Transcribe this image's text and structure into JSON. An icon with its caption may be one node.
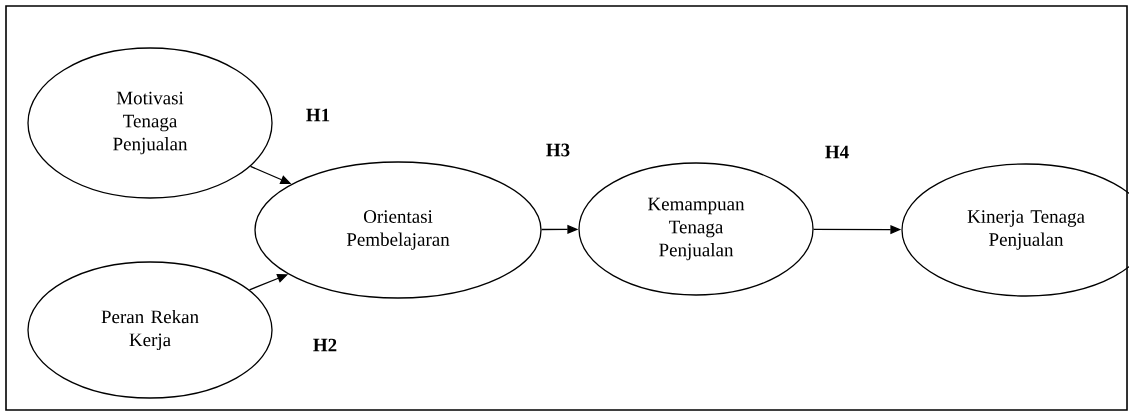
{
  "diagram": {
    "nodes": [
      {
        "text": [
          "Motivasi Tenaga Penjualan"
        ]
      },
      {
        "text": [
          "Peran Rekan Kerja"
        ]
      },
      {
        "text": [
          "Orientasi Pembelajaran"
        ]
      },
      {
        "text": [
          "Kemampuan Tenaga Penjualan"
        ]
      },
      {
        "text": [
          "Kinerja Tenaga Penjualan"
        ]
      }
    ],
    "edges": [
      {
        "from": 0,
        "to": 2,
        "arrow": "to",
        "label": "H1"
      },
      {
        "from": 1,
        "to": 2,
        "arrow": "to",
        "label": "H2"
      },
      {
        "from": 2,
        "to": 3,
        "arrow": "to",
        "label": "H3"
      },
      {
        "from": 3,
        "to": 4,
        "arrow": "to",
        "label": "H4"
      }
    ]
  }
}
